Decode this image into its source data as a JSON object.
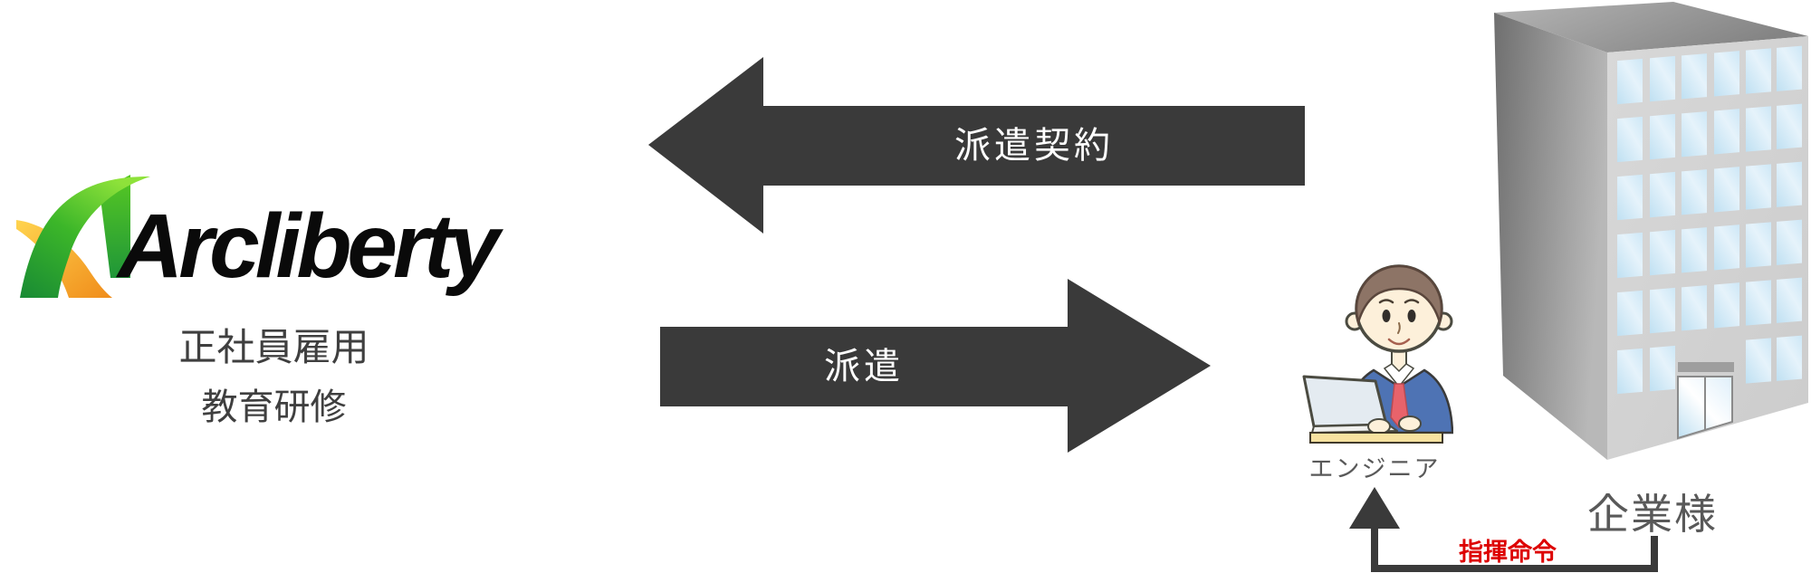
{
  "diagram_title": "dispatch-relationship-diagram",
  "background": "#ffffff",
  "logo": {
    "brand": "Arcliberty",
    "tagline_line1": "正社員雇用",
    "tagline_line2": "教育研修",
    "colors": {
      "green_dark": "#1f9638",
      "green_bright": "#7fd430",
      "orange": "#f08c1a",
      "yellow": "#ffd44f",
      "brand_text": "#0a0a0a",
      "tagline_text": "#3f3f3f"
    }
  },
  "arrows": {
    "fill": "#3a3a3a",
    "label_color": "#ffffff",
    "to_arcliberty": {
      "label": "派遣契約",
      "direction": "left"
    },
    "to_client": {
      "label": "派遣",
      "direction": "right"
    }
  },
  "engineer": {
    "label": "エンジニア"
  },
  "client": {
    "label": "企業様"
  },
  "command": {
    "label": "指揮命令",
    "label_color": "#dd0000",
    "line_color": "#3a3a3a"
  },
  "caption_color": "#595959"
}
